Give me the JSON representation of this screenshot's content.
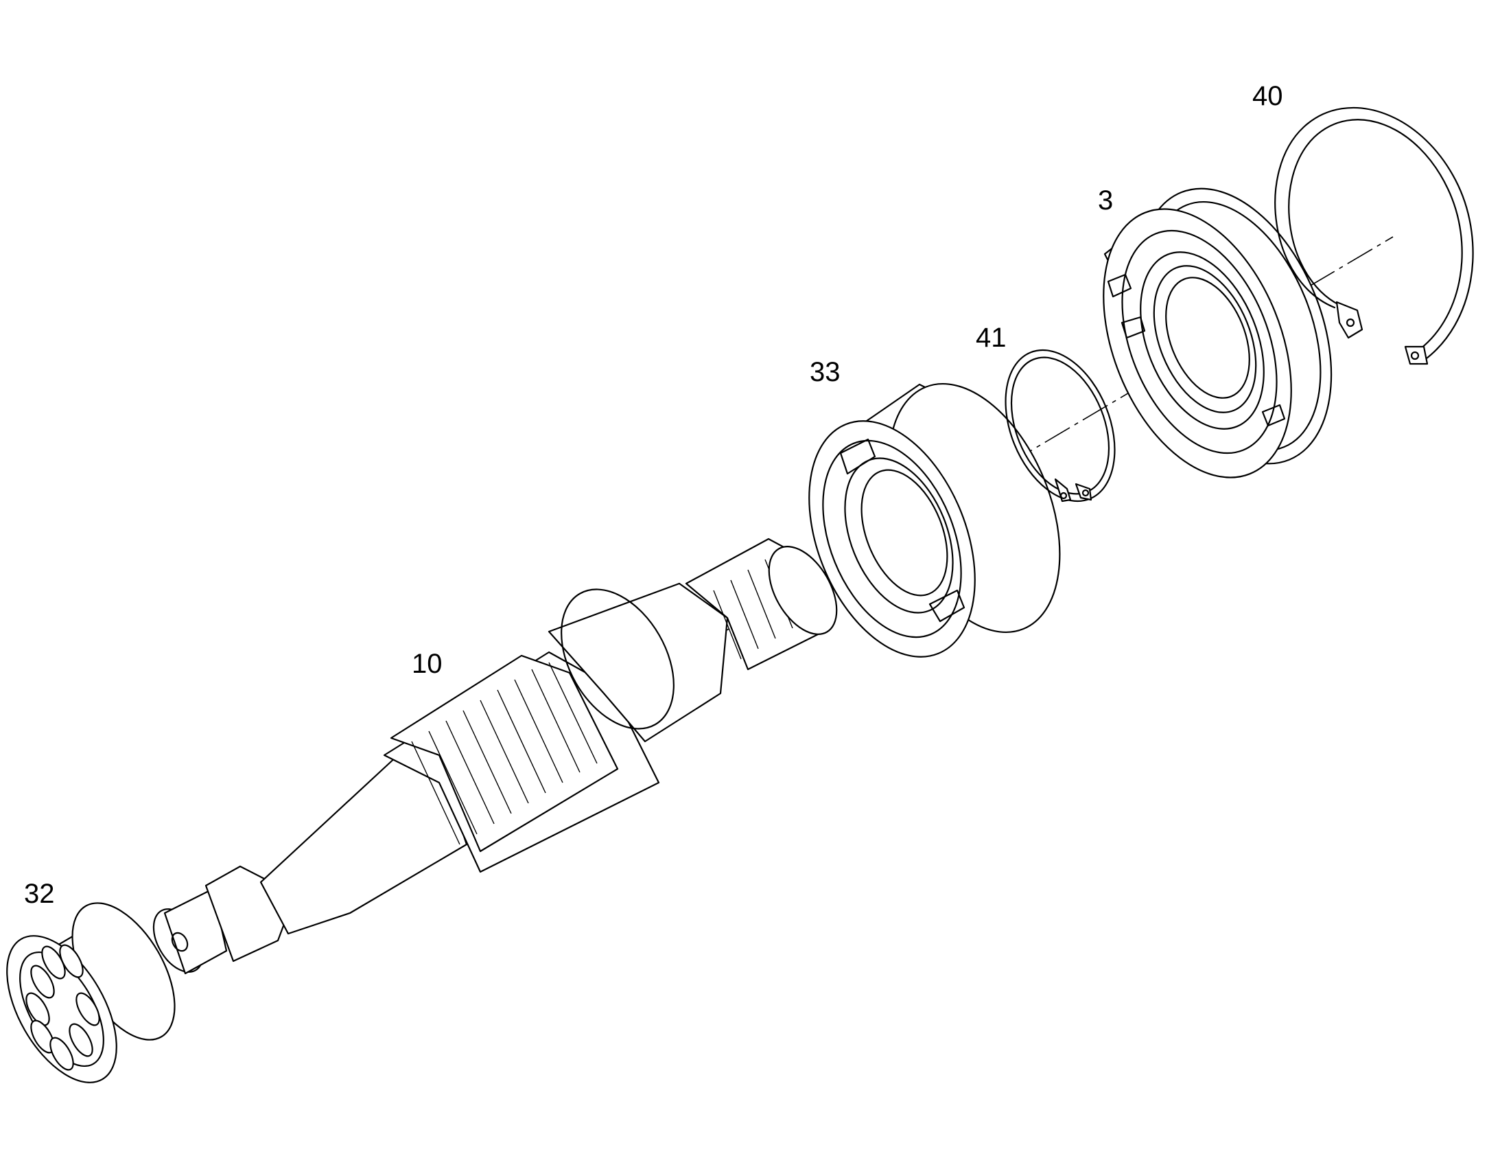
{
  "diagram": {
    "callouts": [
      {
        "id": "40",
        "label": "40"
      },
      {
        "id": "3",
        "label": "3"
      },
      {
        "id": "41",
        "label": "41"
      },
      {
        "id": "33",
        "label": "33"
      },
      {
        "id": "10",
        "label": "10"
      },
      {
        "id": "32",
        "label": "32"
      }
    ]
  }
}
